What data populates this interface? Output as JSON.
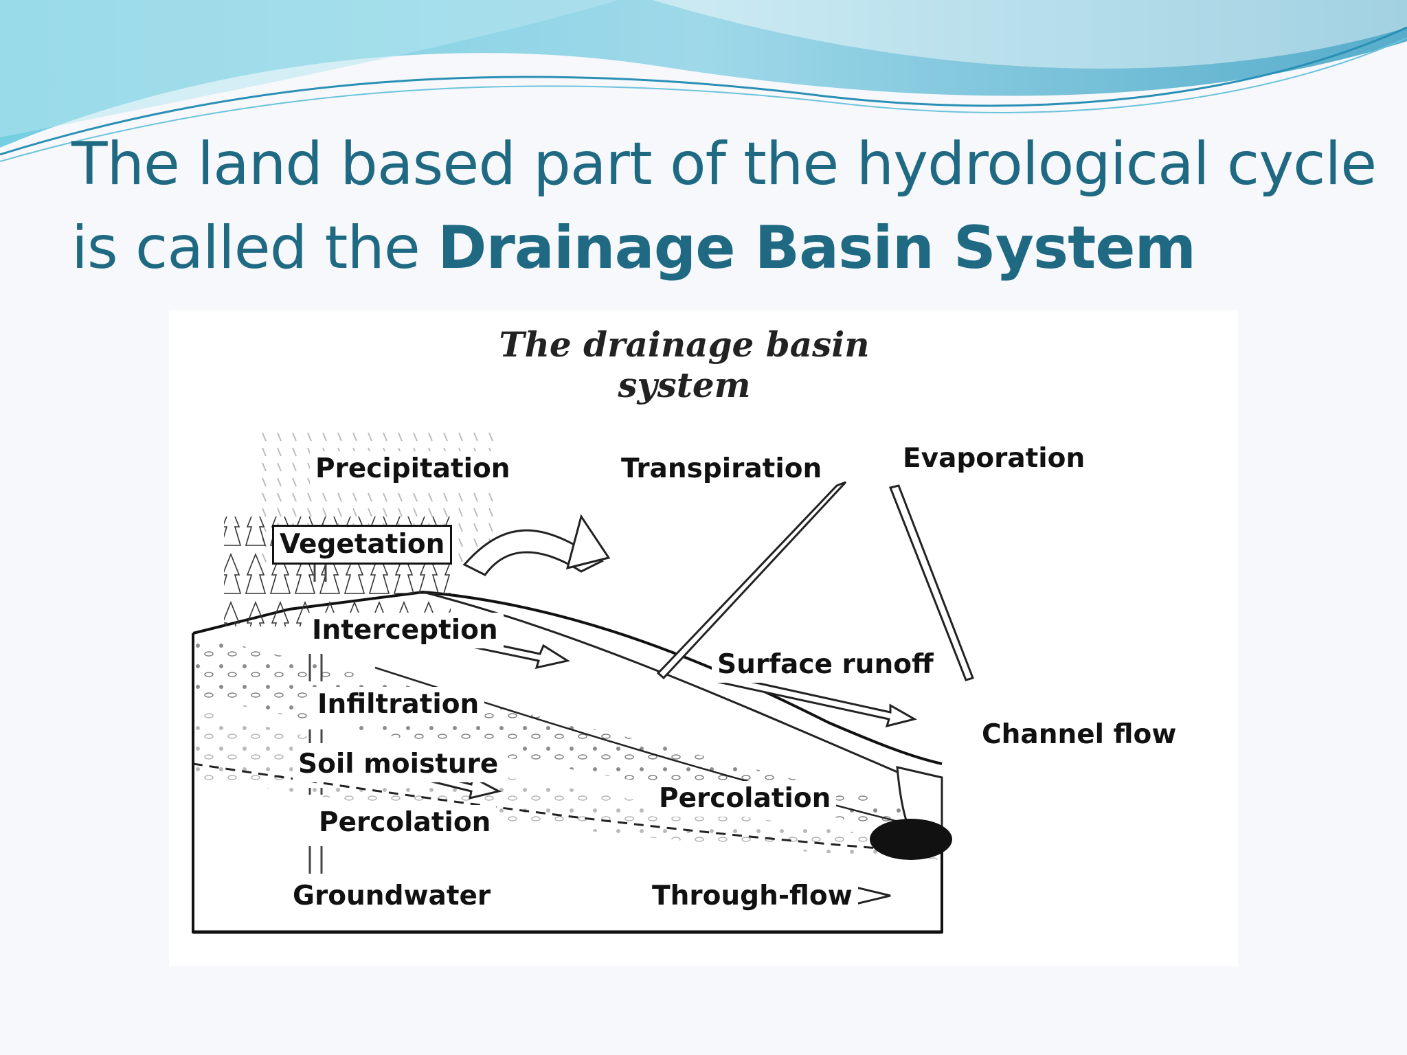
{
  "slide": {
    "title_part1": "The land based part of the hydrological cycle is called the ",
    "title_bold": "Drainage Basin System"
  },
  "diagram": {
    "title": "The drainage basin system",
    "labels": {
      "precipitation": "Precipitation",
      "transpiration": "Transpiration",
      "evaporation": "Evaporation",
      "vegetation": "Vegetation",
      "interception": "Interception",
      "surface_runoff": "Surface runoff",
      "infiltration": "Infiltration",
      "channel_flow": "Channel flow",
      "soil_moisture": "Soil moisture",
      "percolation_mid": "Percolation",
      "percolation_left": "Percolation",
      "groundwater": "Groundwater",
      "through_flow": "Through-flow"
    }
  },
  "colors": {
    "title_text": "#1f6a82",
    "wave_light": "#8fd3e6",
    "wave_dark": "#3a9fc2"
  }
}
